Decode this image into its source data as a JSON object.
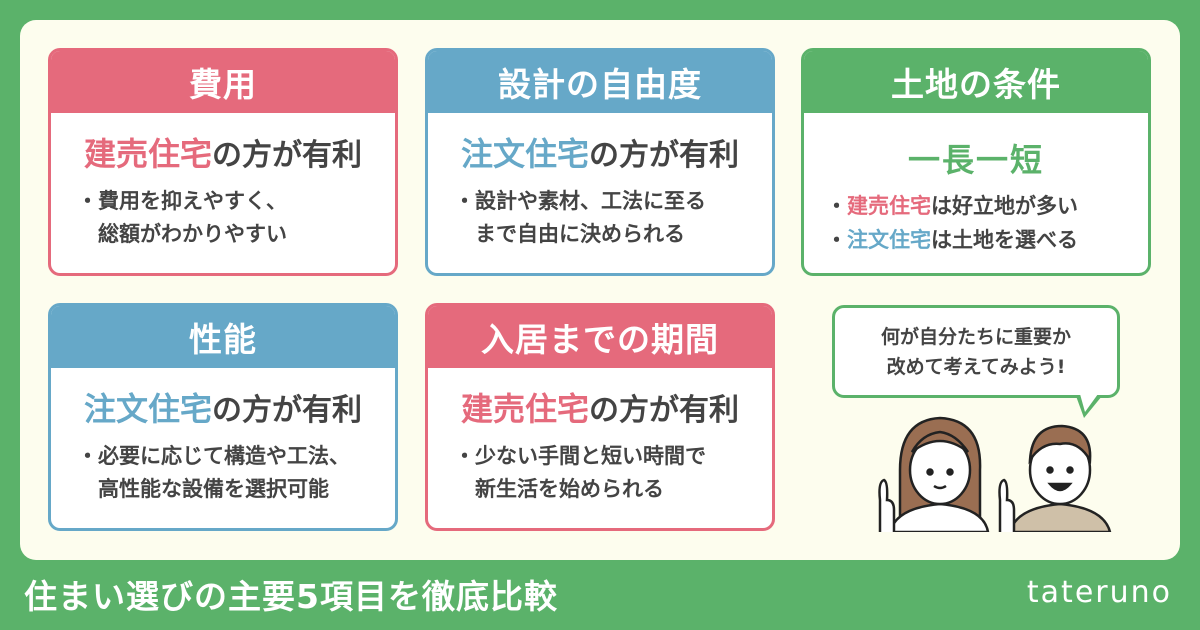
{
  "colors": {
    "background": "#5bb26a",
    "panel": "#fdfdee",
    "pink": "#e56a7c",
    "blue": "#66a8c8",
    "green": "#5bb26a",
    "text": "#444444"
  },
  "cards": [
    {
      "title": "費用",
      "highlight": "建売住宅",
      "lead_rest": "の方が有利",
      "desc": "・費用を抑えやすく、\n　総額がわかりやすい"
    },
    {
      "title": "設計の自由度",
      "highlight": "注文住宅",
      "lead_rest": "の方が有利",
      "desc": "・設計や素材、工法に至る\n　まで自由に決められる"
    },
    {
      "title": "土地の条件",
      "lead": "一長一短",
      "bullets": [
        {
          "prefix": "・",
          "highlight": "建売住宅",
          "rest": "は好立地が多い"
        },
        {
          "prefix": "・",
          "highlight": "注文住宅",
          "rest": "は土地を選べる"
        }
      ]
    },
    {
      "title": "性能",
      "highlight": "注文住宅",
      "lead_rest": "の方が有利",
      "desc": "・必要に応じて構造や工法、\n　高性能な設備を選択可能"
    },
    {
      "title": "入居までの期間",
      "highlight": "建売住宅",
      "lead_rest": "の方が有利",
      "desc": "・少ない手間と短い時間で\n　新生活を始められる"
    }
  ],
  "bubble": {
    "line1": "何が自分たちに重要か",
    "line2": "改めて考えてみよう!"
  },
  "footer": {
    "title": "住まい選びの主要5項目を徹底比較",
    "brand": "tateruno"
  }
}
